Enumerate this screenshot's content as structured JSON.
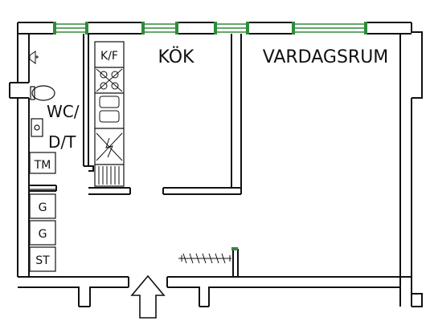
{
  "rooms": {
    "kitchen": "KÖK",
    "living": "VARDAGSRUM",
    "wc_line1": "WC/",
    "wc_line2": "D/T"
  },
  "appliances": {
    "fridge_freezer": "K/F",
    "washer": "TM",
    "wardrobe_1": "G",
    "wardrobe_2": "G",
    "storage": "ST"
  },
  "colors": {
    "wall": "#111111",
    "window": "#2e8b3a",
    "background": "#ffffff"
  },
  "icons": {
    "entrance": "entrance-arrow-icon",
    "ventilation": "ventilation-icon",
    "toilet": "toilet-icon",
    "sink": "sink-icon",
    "stove": "stove-icon",
    "oven": "oven-icon",
    "dishwasher": "dishwasher-icon",
    "heater": "radiator-icon"
  }
}
